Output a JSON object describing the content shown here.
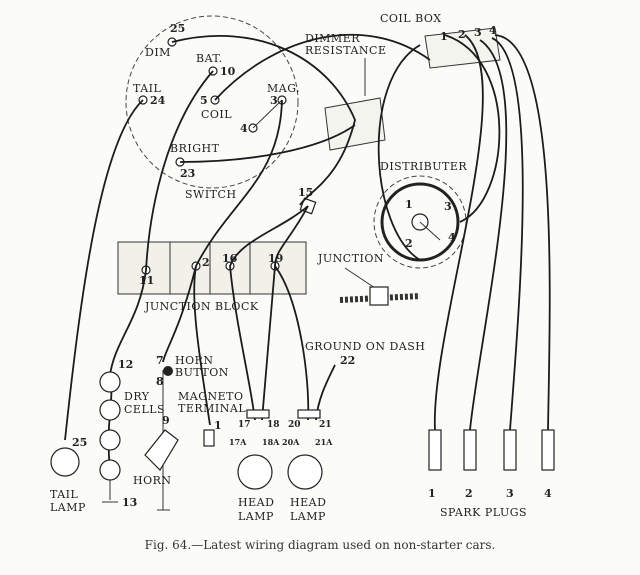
{
  "switch": {
    "title": "SWITCH",
    "dim": "DIM",
    "dim_num": "25",
    "tail": "TAIL",
    "tail_num": "24",
    "bat": "BAT.",
    "bat_num": "10",
    "coil": "COIL",
    "coil_num": "5",
    "mag": "MAG.",
    "mag_num": "3",
    "arm_num": "4",
    "bright": "BRIGHT",
    "bright_num": "23"
  },
  "dimmer": {
    "line1": "DIMMER",
    "line2": "RESISTANCE"
  },
  "coil_box": {
    "title": "COIL BOX",
    "terminals": [
      "1",
      "2",
      "3",
      "4"
    ]
  },
  "distributer": {
    "title": "DISTRIBUTER",
    "terminals": [
      "1",
      "2",
      "3",
      "4"
    ]
  },
  "junction": {
    "label": "JUNCTION",
    "num": "15"
  },
  "junction_block": {
    "title": "JUNCTION BLOCK",
    "terminals": [
      "11",
      "2",
      "16",
      "19"
    ]
  },
  "ground_on_dash": {
    "label": "GROUND ON DASH",
    "num": "22"
  },
  "dry_cells": {
    "line1": "DRY",
    "line2": "CELLS",
    "top_num": "12",
    "bottom_num": "13"
  },
  "horn_button": {
    "line1": "HORN",
    "line2": "BUTTON",
    "num_top": "7",
    "num_bottom": "8"
  },
  "magneto_terminal": {
    "line1": "MAGNETO",
    "line2": "TERMINAL",
    "num": "1"
  },
  "horn": {
    "label": "HORN",
    "num": "9"
  },
  "head_lamps": [
    {
      "line1": "HEAD",
      "line2": "LAMP",
      "t1": "17",
      "t2": "18",
      "t1a": "17A",
      "t2a": "18A"
    },
    {
      "line1": "HEAD",
      "line2": "LAMP",
      "t1": "20",
      "t2": "21",
      "t1a": "20A",
      "t2a": "21A"
    }
  ],
  "tail_lamp": {
    "line1": "TAIL",
    "line2": "LAMP",
    "num": "25"
  },
  "spark_plugs": {
    "label": "SPARK PLUGS",
    "numbers": [
      "1",
      "2",
      "3",
      "4"
    ]
  },
  "caption": "Fig. 64.—Latest wiring diagram used on non-starter cars."
}
